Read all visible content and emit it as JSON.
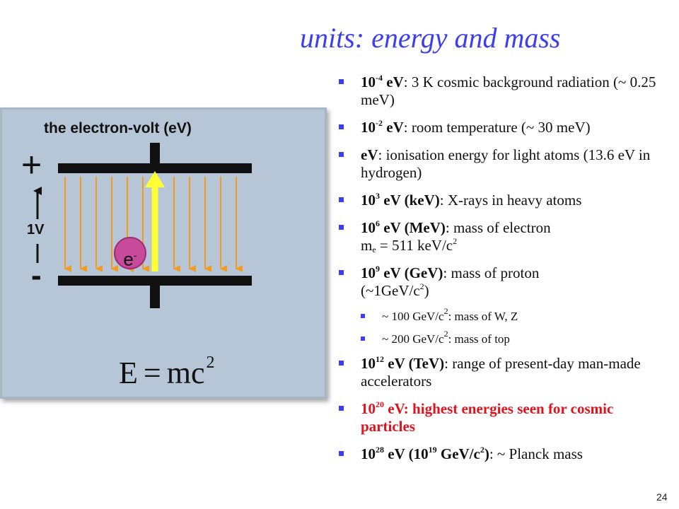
{
  "slide": {
    "title": "units:  energy and mass",
    "page_number": "24"
  },
  "panel": {
    "title": "the electron-volt (eV)",
    "plus_sign": "+",
    "minus_sign": "-",
    "voltage_label": "1V",
    "electron_label": "e",
    "electron_charge": "-",
    "formula": {
      "lhs": "E",
      "eq": "=",
      "rhs": "mc",
      "exponent": "2"
    },
    "colors": {
      "panel_bg": "#b7c6d6",
      "arrow_orange": "#f39a1f",
      "arrow_yellow": "#ffff33",
      "electron": "#c84a9a"
    }
  },
  "bullets": [
    {
      "base": "10",
      "exp": "-4",
      "unit": " eV",
      "desc": ":  3 K cosmic background radiation (~ 0.25 meV)"
    },
    {
      "base": "10",
      "exp": "-2",
      "unit": " eV",
      "desc": ":  room temperature (~ 30 meV)"
    },
    {
      "unit": "eV",
      "desc": ":  ionisation energy for light atoms (13.6 eV in hydrogen)"
    },
    {
      "base": "10",
      "exp": "3",
      "unit": " eV (keV)",
      "desc": ":  X-rays in heavy atoms"
    },
    {
      "base": "10",
      "exp": "6",
      "unit": " eV (MeV)",
      "desc": ":  mass of electron",
      "desc2_a": "m",
      "desc2_sub": "e",
      "desc2_b": " = 511 keV/c",
      "desc2_sup": "2"
    },
    {
      "base": "10",
      "exp": "9",
      "unit": " eV (GeV)",
      "desc": ":  mass of proton",
      "desc2_a": "(~1GeV/c",
      "desc2_sup": "2",
      "desc2_b": ")"
    },
    {
      "sub_a": "~ 100 GeV/c",
      "sub_sup": "2",
      "sub_b": ":  mass of W, Z"
    },
    {
      "sub_a": "~ 200 GeV/c",
      "sub_sup": "2",
      "sub_b": ":   mass of top"
    },
    {
      "base": "10",
      "exp": "12",
      "unit": " eV (TeV)",
      "desc": ":  range of present-day man-made accelerators"
    },
    {
      "base": "10",
      "exp": "20",
      "unit": " eV: highest energies seen for cosmic particles"
    },
    {
      "base": "10",
      "exp": "28",
      "unit": " eV (10",
      "exp2": "19",
      "unit2": " GeV/c",
      "exp3": "2",
      "unit3": ")",
      "desc": ":   ~ Planck mass"
    }
  ]
}
